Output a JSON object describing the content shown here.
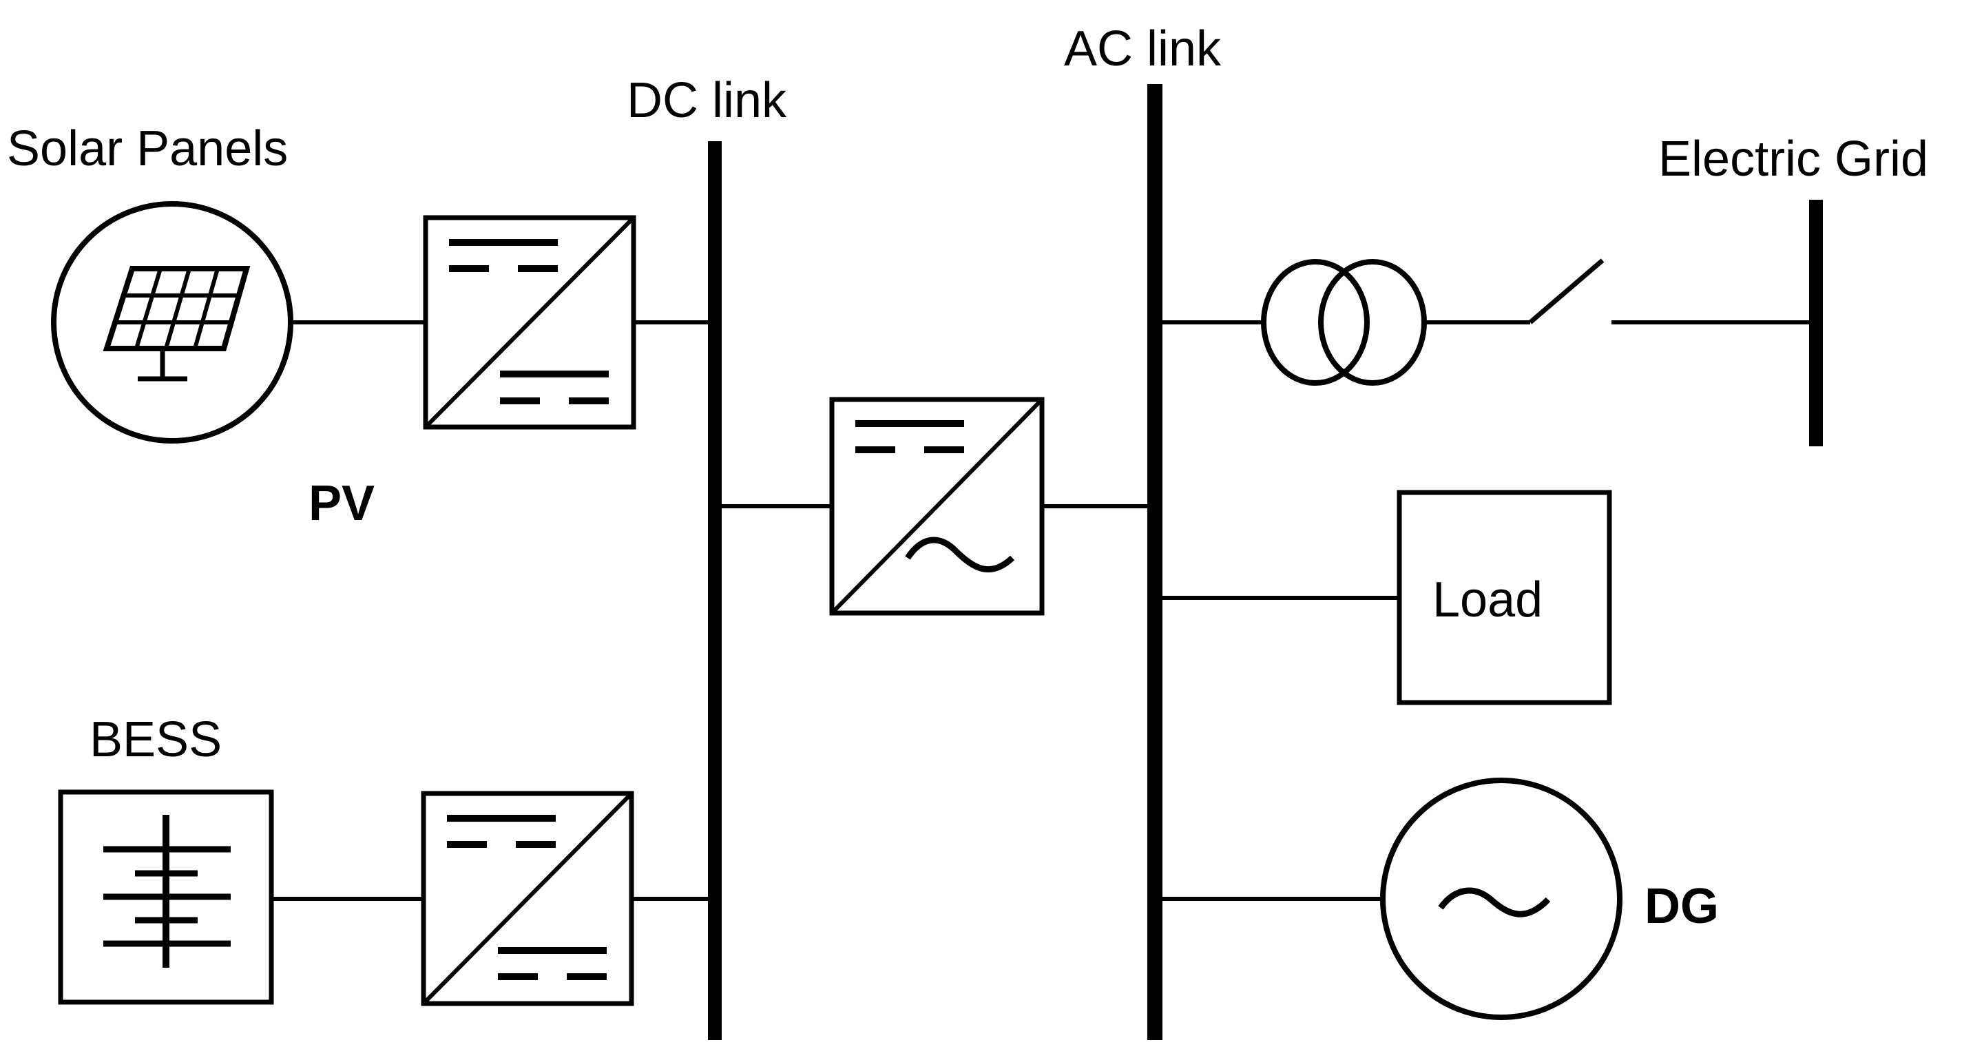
{
  "labels": {
    "solar_panels": "Solar Panels",
    "pv": "PV",
    "dc_link": "DC link",
    "ac_link": "AC link",
    "electric_grid": "Electric Grid",
    "load": "Load",
    "bess": "BESS",
    "dg": "DG"
  },
  "colors": {
    "line": "#000000",
    "background": "#ffffff"
  }
}
